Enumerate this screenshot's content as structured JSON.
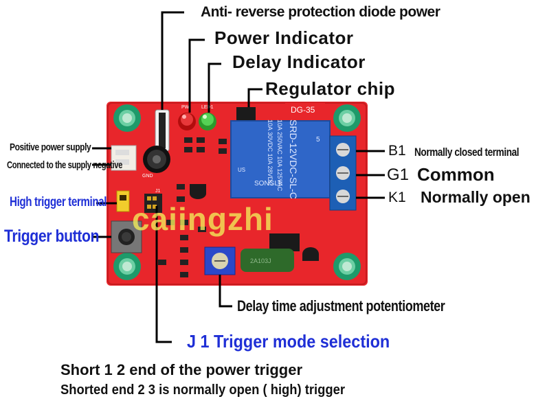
{
  "labels": {
    "antireverse": "Anti- reverse protection diode power",
    "power_indicator": "Power Indicator",
    "delay_indicator": "Delay Indicator",
    "regulator_chip": "Regulator chip",
    "positive_supply": "Positive power supply",
    "negative_supply": "Connected to the supply negative",
    "high_trigger": "High trigger terminal",
    "trigger_button": "Trigger button",
    "b1_code": "B1",
    "b1_desc": "Normally closed terminal",
    "g1_code": "G1",
    "g1_desc": "Common",
    "k1_code": "K1",
    "k1_desc": "Normally open",
    "delay_pot": "Delay time adjustment potentiometer",
    "j1_mode": "J 1 Trigger mode selection",
    "short12": "Short 1 2 end of the power trigger",
    "short23": "Shorted end 2 3 is normally open ( high) trigger"
  },
  "board": {
    "model": "DG-35",
    "led_pw": "PW",
    "led_led1": "LED1",
    "gnd": "GND",
    "j1": "J1",
    "relay_model": "SRD-12VDC-SL-C",
    "relay_line1": "10A 250VAC  10A 125VAC",
    "relay_line2": "10A 30VDC  10A 28VDC",
    "relay_brand": "SONGLE",
    "relay_num": "5",
    "relay_us": "US",
    "cap_text": "2A103J"
  },
  "watermark": "caiingzhi",
  "colors": {
    "board": "#e8262b",
    "relay": "#2f66c8",
    "terminal": "#1d5fb5",
    "pot": "#2b48c9",
    "annot_blue": "#1f2fd6"
  }
}
